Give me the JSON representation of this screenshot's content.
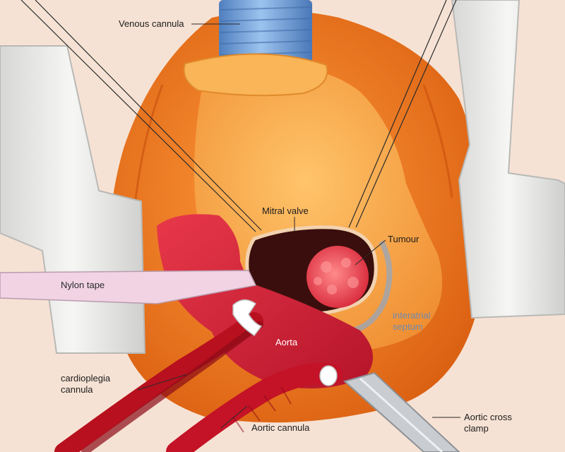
{
  "labels": {
    "venous_cannula": "Venous cannula",
    "mitral_valve": "Mitral valve",
    "tumour": "Tumour",
    "nylon_tape": "Nylon tape",
    "interatrial_septum_line1": "interatrial",
    "interatrial_septum_line2": "septum",
    "aorta": "Aorta",
    "cardioplegia_cannula_line1": "cardioplegia",
    "cardioplegia_cannula_line2": "cannula",
    "aortic_cannula": "Aortic cannula",
    "aortic_cross_clamp_line1": "Aortic cross",
    "aortic_cross_clamp_line2": "clamp"
  },
  "colors": {
    "skin": "#f6e2d4",
    "cavity": "#f07a22",
    "atrium": "#f7a548",
    "retractor": "#e9e9e7",
    "venous_cannula": "#6f9fd8",
    "aorta": "#d7263a",
    "tumour": "#e8404a",
    "valve_opening": "#3a0e0c",
    "nylon_tape": "#f1d3e4",
    "septum_label": "#6f8bb0"
  }
}
